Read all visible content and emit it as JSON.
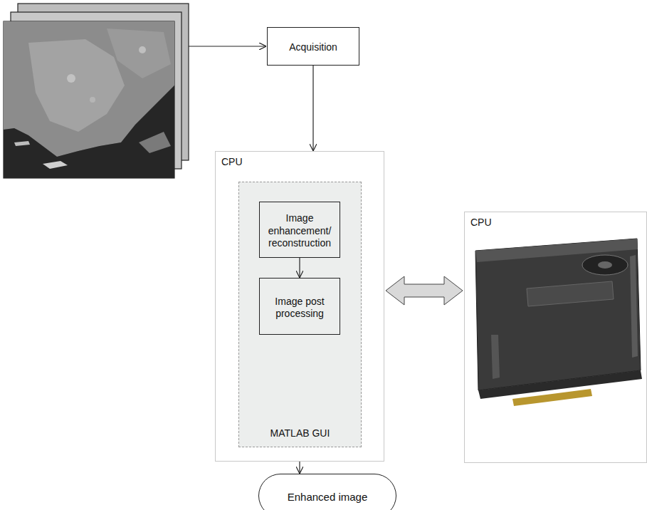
{
  "diagram": {
    "nodes": [
      {
        "text": [
          "Acquisition"
        ]
      },
      {
        "text": [
          "CPU"
        ]
      },
      {
        "text": [
          "MATLAB GUI"
        ],
        "in": 1
      },
      {
        "text": [
          "Image enhancement/ reconstruction"
        ],
        "in": 2
      },
      {
        "text": [
          "Image post processing"
        ],
        "in": 2
      },
      {
        "text": [
          "CPU"
        ]
      },
      {
        "text": [
          "Enhanced image"
        ]
      }
    ],
    "edges": [
      {
        "from": 0,
        "to": 1,
        "arrow": "to"
      },
      {
        "from": 3,
        "to": 4,
        "arrow": "to"
      },
      {
        "from": 1,
        "to": 5,
        "arrow": "both"
      },
      {
        "from": 1,
        "to": 6,
        "arrow": "to"
      }
    ]
  }
}
